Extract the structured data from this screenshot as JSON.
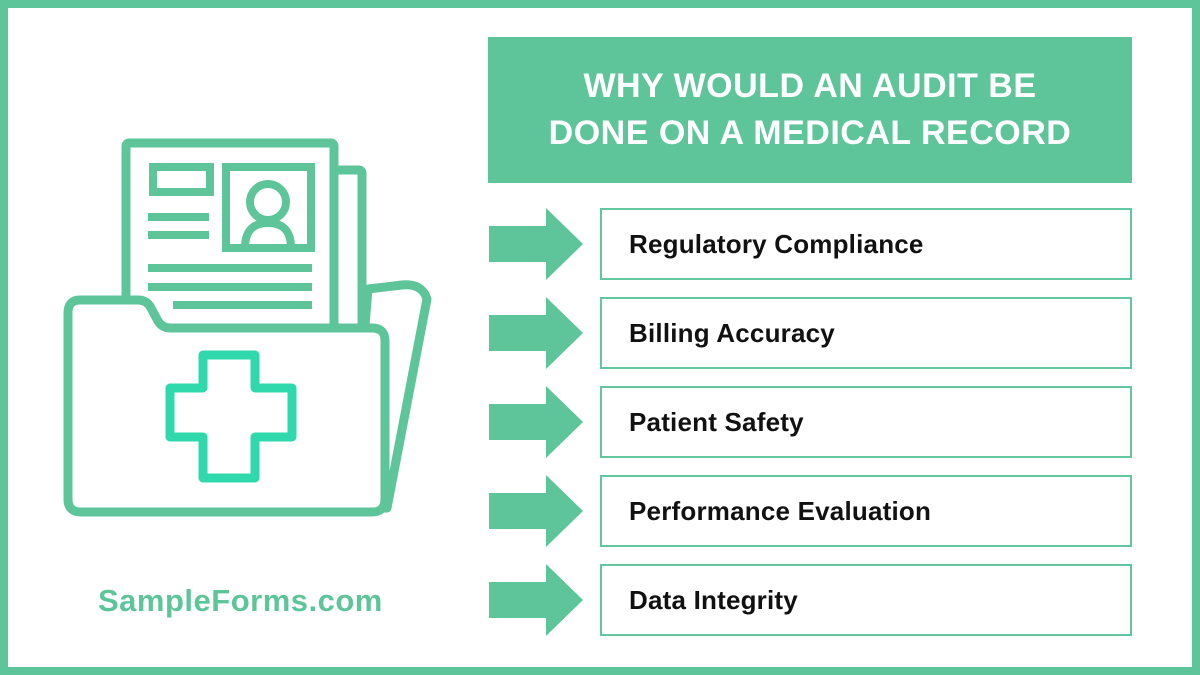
{
  "header": {
    "title_line1": "WHY WOULD AN AUDIT BE",
    "title_line2": "DONE ON A MEDICAL RECORD"
  },
  "list": {
    "items": [
      "Regulatory Compliance",
      "Billing Accuracy",
      "Patient Safety",
      "Performance Evaluation",
      "Data Integrity"
    ]
  },
  "footer": {
    "brand": "SampleForms.com"
  },
  "illustration": {
    "name": "medical-record-folder",
    "description": "open folder with medical cross holding a patient record document"
  },
  "colors": {
    "accent_green": "#5ec49a",
    "cross_teal": "#2fd9ab",
    "box_border_green": "#62c69e",
    "text_black": "#111111",
    "header_text": "#ffffff",
    "background": "#ffffff"
  }
}
